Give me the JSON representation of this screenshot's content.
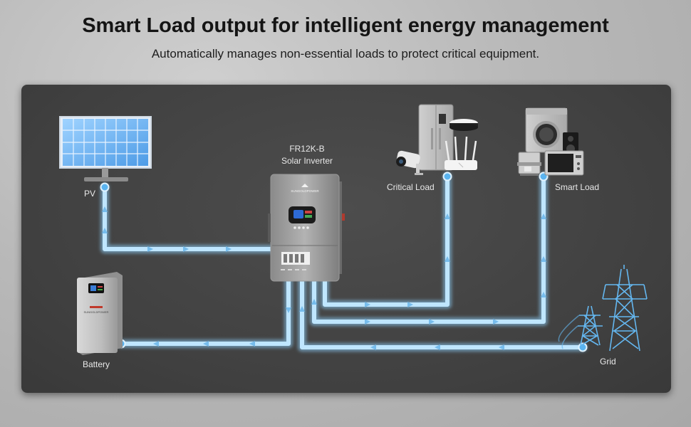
{
  "header": {
    "title": "Smart Load output for intelligent energy management",
    "subtitle": "Automatically manages non-essential loads to protect critical equipment."
  },
  "inverter": {
    "model": "FR12K-B",
    "name": "Solar Inverter",
    "brand": "SUNGOLDPOWER"
  },
  "nodes": {
    "pv": "PV",
    "battery": "Battery",
    "critical_load": "Critical Load",
    "smart_load": "Smart Load",
    "grid": "Grid"
  },
  "battery_brand": "SUNGOLDPOWER",
  "colors": {
    "line_glow": "#8fd3ff",
    "line_core": "#bfe6ff",
    "node_fill": "#5ab4f0",
    "panel": "#444444"
  },
  "icons": [
    "solar-panel-icon",
    "battery-icon",
    "inverter-icon",
    "fridge-icon",
    "camera-icon",
    "router-icon",
    "ceiling-light-icon",
    "washing-machine-icon",
    "microwave-icon",
    "speaker-icon",
    "coffee-machine-icon",
    "power-tower-icon"
  ]
}
